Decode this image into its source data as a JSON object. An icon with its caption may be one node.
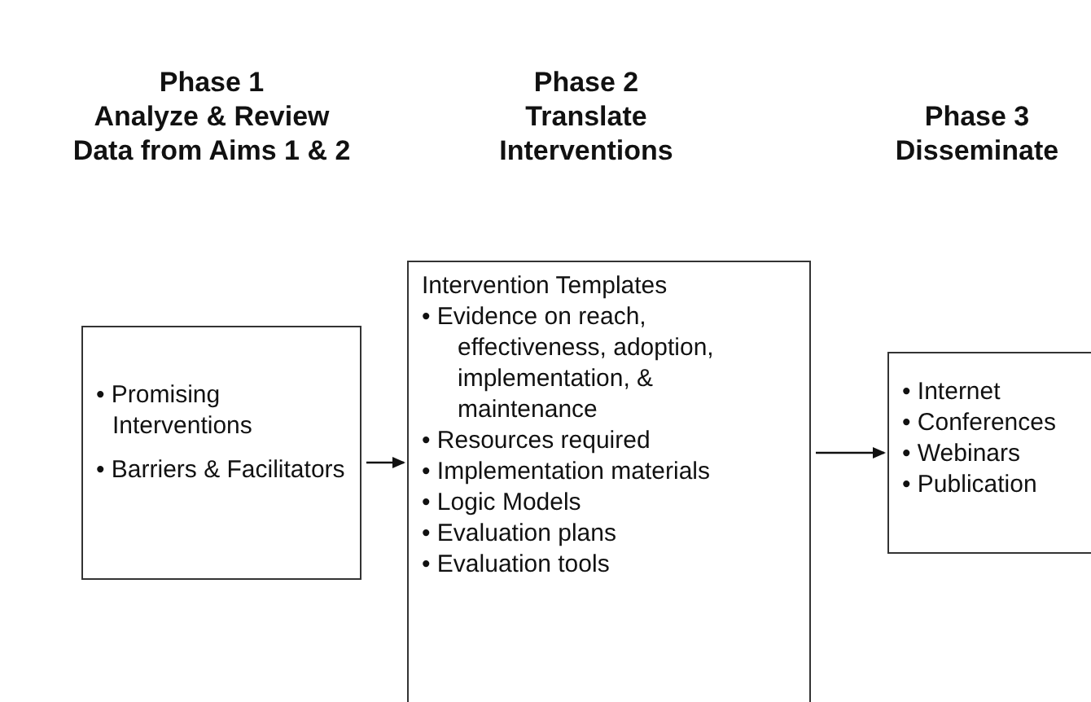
{
  "diagram": {
    "nodes": [
      {
        "text": [
          "• Promising Interventions",
          "• Barriers & Facilitators"
        ]
      },
      {
        "text": [
          "Intervention Templates",
          "• Evidence on reach, effectiveness, adoption, implementation, & maintenance",
          "• Resources required",
          "• Implementation materials",
          "• Logic Models",
          "• Evaluation plans",
          "• Evaluation tools"
        ]
      },
      {
        "text": [
          "• Internet",
          "• Conferences",
          "• Webinars",
          "• Publication"
        ]
      }
    ],
    "edges": [
      {
        "from": 0,
        "to": 1,
        "arrow": "to"
      },
      {
        "from": 1,
        "to": 2,
        "arrow": "to"
      }
    ],
    "labels": [
      "Phase 1",
      "Analyze & Review Data from Aims 1 & 2",
      "Phase 2",
      "Translate Interventions",
      "Phase 3",
      "Disseminate"
    ]
  }
}
